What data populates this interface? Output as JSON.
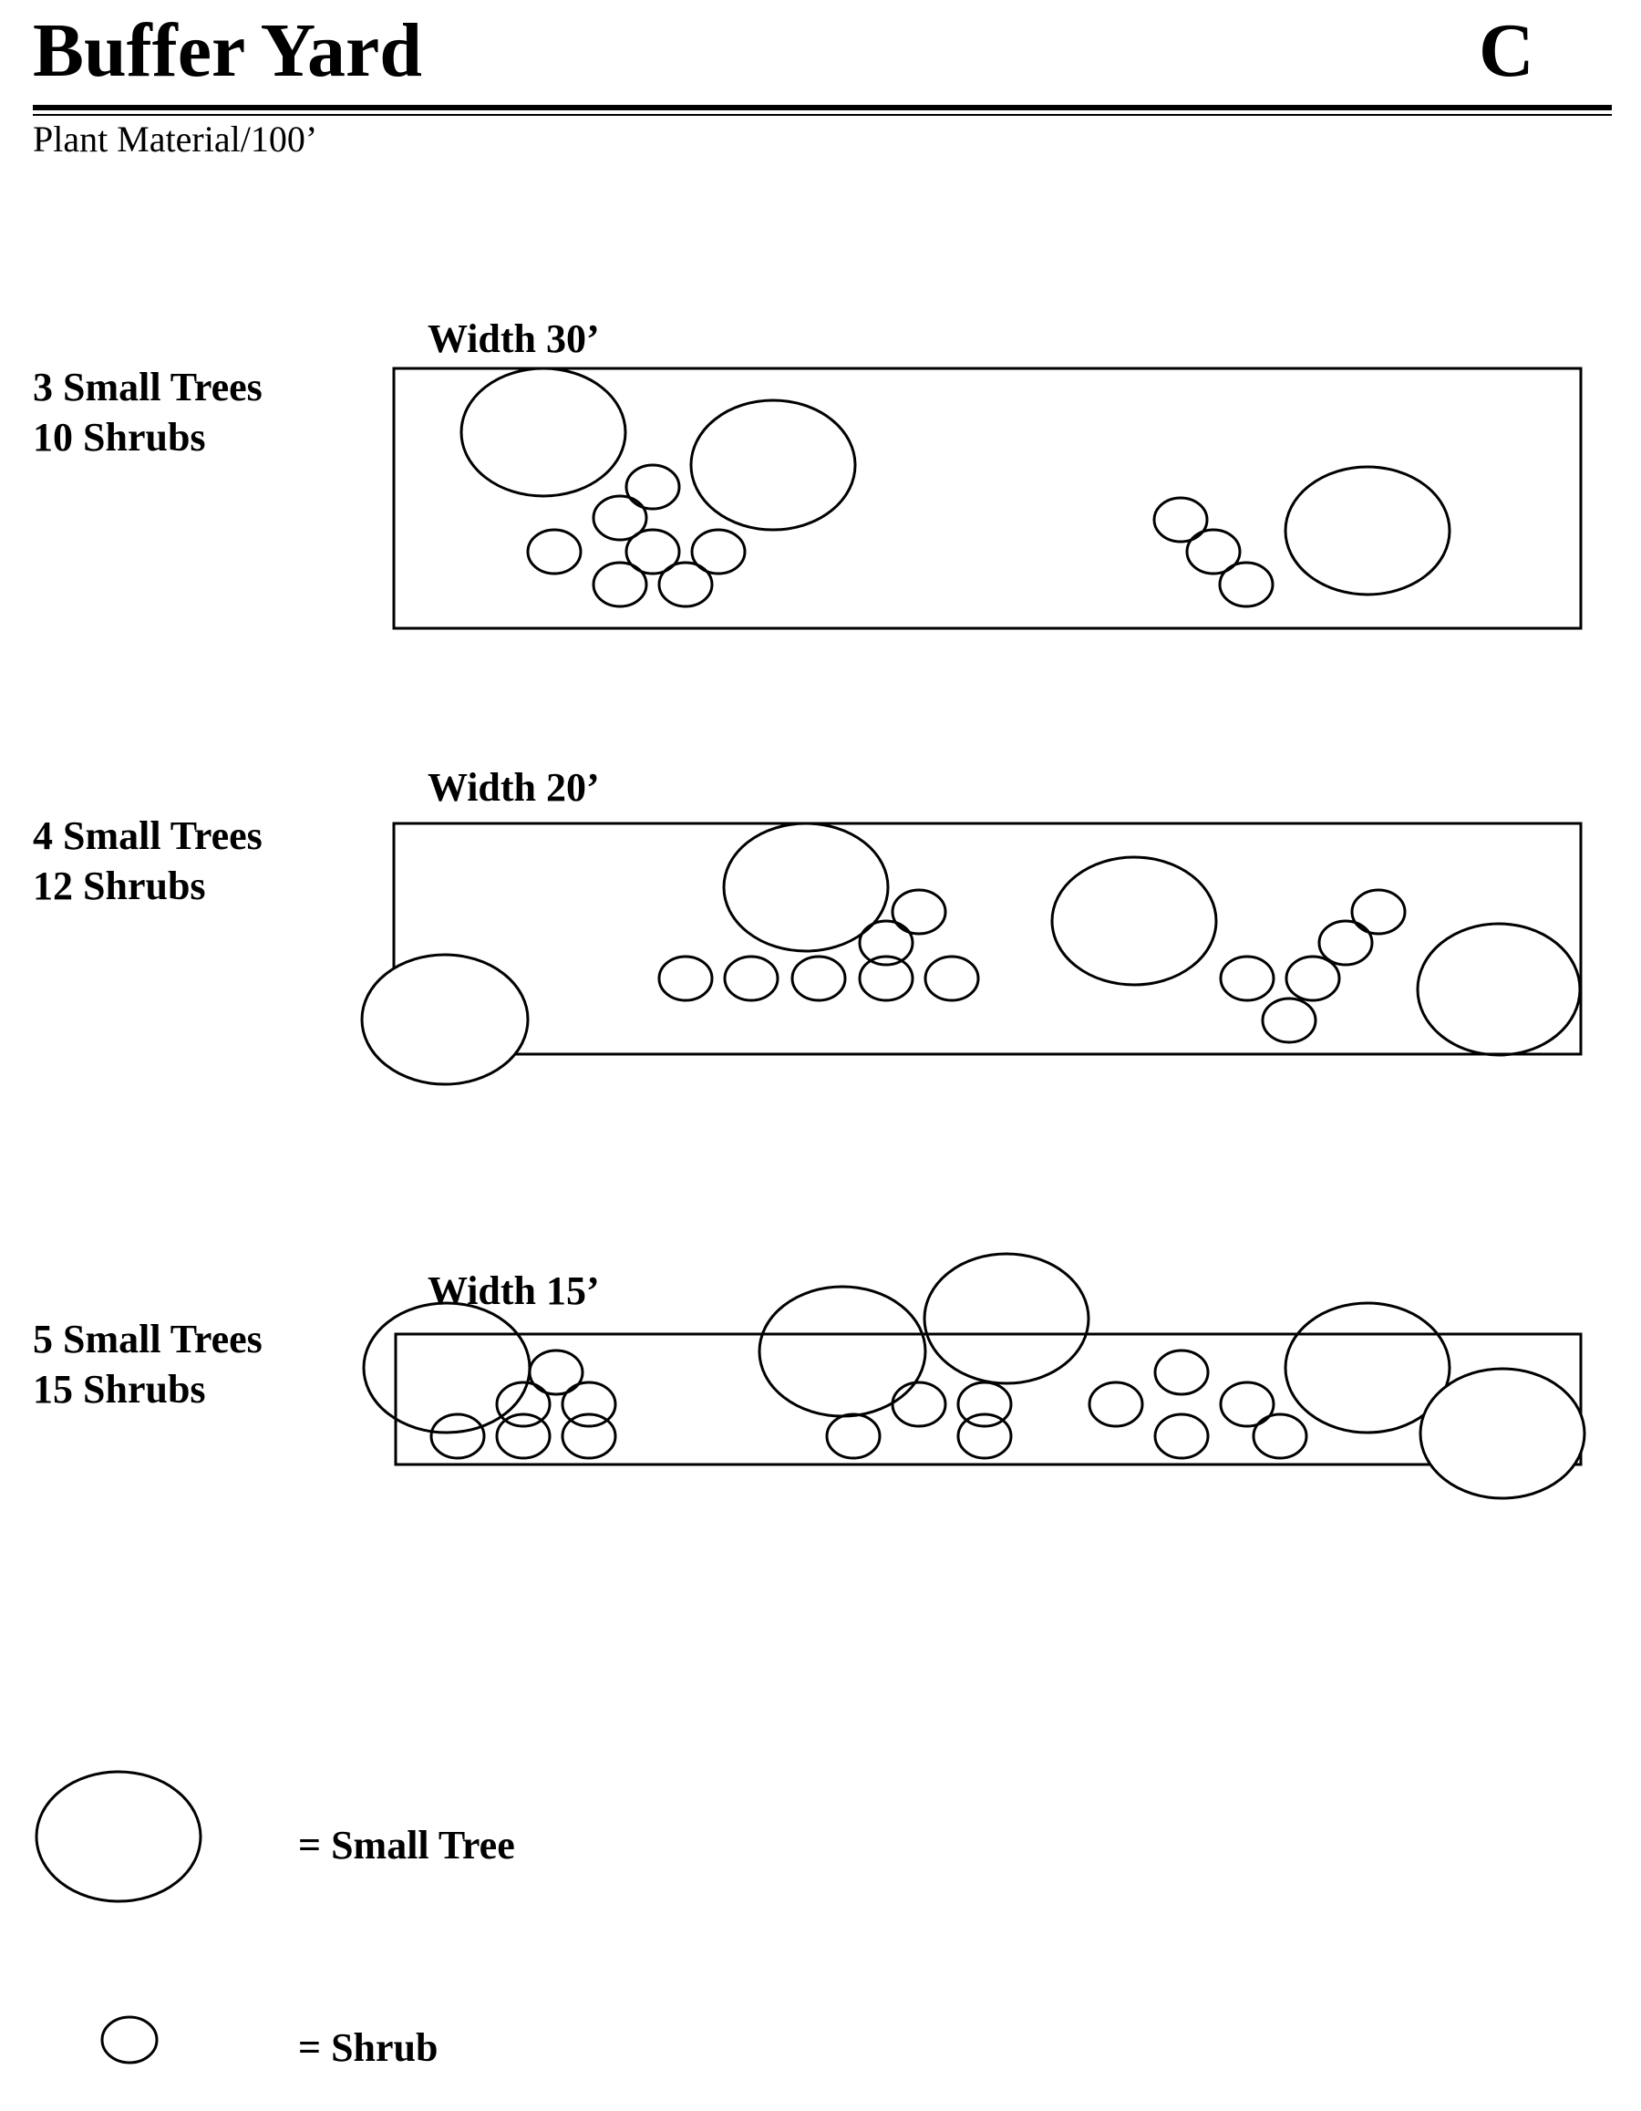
{
  "header": {
    "title": "Buffer Yard",
    "type_letter": "C",
    "subtitle": "Plant Material/100’"
  },
  "yards": [
    {
      "width_label": "Width 30’",
      "trees_label": "3 Small Trees",
      "shrubs_label": "10 Shrubs",
      "small_trees": 3,
      "shrubs": 10
    },
    {
      "width_label": "Width 20’",
      "trees_label": "4 Small Trees",
      "shrubs_label": "12 Shrubs",
      "small_trees": 4,
      "shrubs": 12
    },
    {
      "width_label": "Width 15’",
      "trees_label": "5 Small Trees",
      "shrubs_label": "15 Shrubs",
      "small_trees": 5,
      "shrubs": 15
    }
  ],
  "legend": {
    "small_tree_label": "= Small Tree",
    "shrub_label": "= Shrub"
  }
}
